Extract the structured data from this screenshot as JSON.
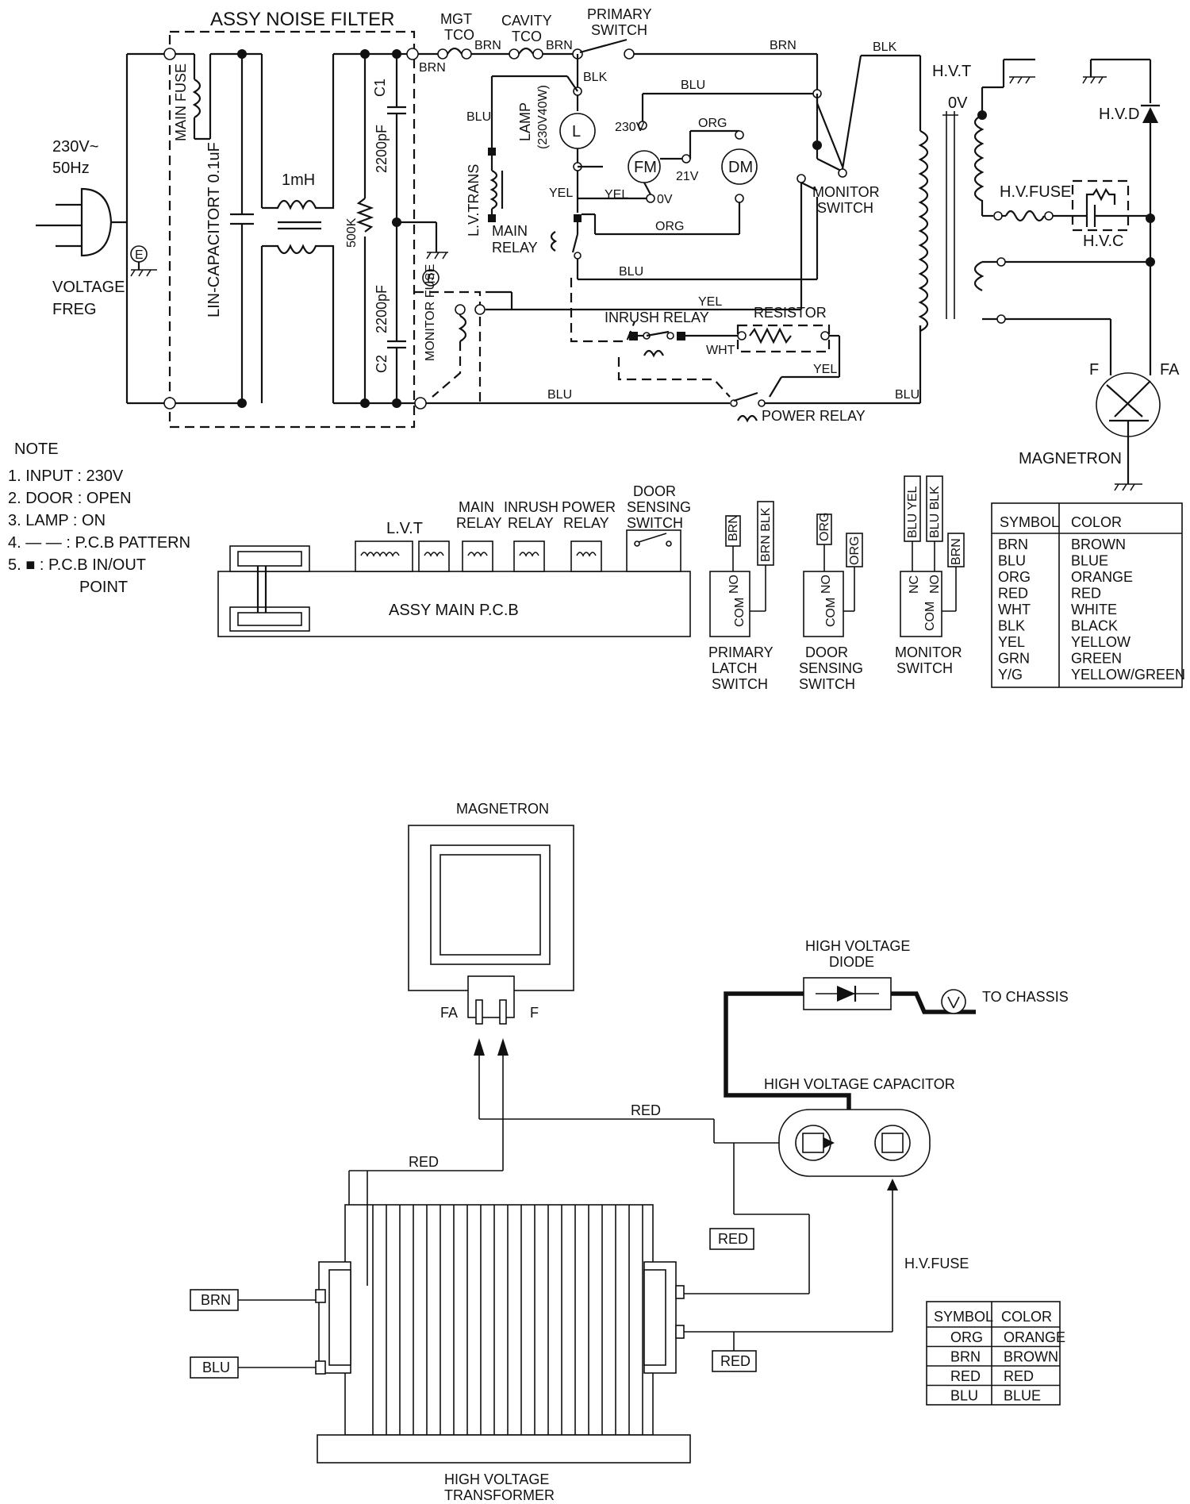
{
  "schematic": {
    "noise_filter_title": "ASSY  NOISE FILTER",
    "input_voltage": "230V~",
    "input_freq": "50Hz",
    "voltage_freg": [
      "VOLTAGE",
      "FREG"
    ],
    "main_fuse": "MAIN FUSE",
    "lin_capacitor": "LIN-CAPACITORT 0.1uF",
    "inductor": "1mH",
    "resistor_500k": "500K",
    "c1_value": "2200pF",
    "c1": "C1",
    "c2_value": "2200pF",
    "c2": "C2",
    "monitor_fuse": "MONITOR FUSE",
    "ground_e": "E",
    "mgt_tco": [
      "MGT",
      "TCO"
    ],
    "cavity_tco": [
      "CAVITY",
      "TCO"
    ],
    "primary_switch": [
      "PRIMARY",
      "SWITCH"
    ],
    "lamp": [
      "LAMP",
      "(230V40W)"
    ],
    "lamp_symbol": "L",
    "lv_trans": "L.V.TRANS",
    "main_relay": [
      "MAIN",
      "RELAY"
    ],
    "fan_motor": "FM",
    "drive_motor": "DM",
    "v230": "230V",
    "v21": "21V",
    "v0": "0V",
    "monitor_switch": [
      "MONITOR",
      "SWITCH"
    ],
    "inrush_relay": "INRUSH RELAY",
    "resistor": "RESISTOR",
    "power_relay": "POWER RELAY",
    "hvt": "H.V.T",
    "hvt_0v": "0V",
    "hvd": "H.V.D",
    "hv_fuse": "H.V.FUSE",
    "hvc": "H.V.C",
    "magnetron": "MAGNETRON",
    "mag_f": "F",
    "mag_fa": "FA",
    "wires": {
      "brn": "BRN",
      "blk": "BLK",
      "blu": "BLU",
      "yel": "YEL",
      "org": "ORG",
      "wht": "WHT"
    }
  },
  "notes": {
    "heading": "NOTE",
    "items": [
      "1. INPUT : 230V",
      "2. DOOR : OPEN",
      "3. LAMP : ON",
      "4.  — — : P.C.B PATTERN",
      "5.     ■   : P.C.B IN/OUT",
      "POINT"
    ]
  },
  "pcb": {
    "label": "ASSY MAIN P.C.B",
    "lvt": "L.V.T",
    "main_relay": [
      "MAIN",
      "RELAY"
    ],
    "inrush_relay": [
      "INRUSH",
      "RELAY"
    ],
    "power_relay": [
      "POWER",
      "RELAY"
    ],
    "door_sensing_switch": [
      "DOOR",
      "SENSING",
      "SWITCH"
    ]
  },
  "switches": {
    "primary_latch": {
      "label": [
        "PRIMARY",
        "LATCH",
        "SWITCH"
      ],
      "no": "NO",
      "com": "COM",
      "w1": "BRN",
      "w2": "BRN BLK"
    },
    "door_sensing": {
      "label": [
        "DOOR",
        "SENSING",
        "SWITCH"
      ],
      "no": "NO",
      "com": "COM",
      "w1": "ORG",
      "w2": "ORG"
    },
    "monitor": {
      "label": [
        "MONITOR",
        "SWITCH"
      ],
      "nc": "NC",
      "no": "NO",
      "com": "COM",
      "w1": "BLU YEL",
      "w2": "BLU BLK",
      "w3": "BRN"
    }
  },
  "color_table_1": {
    "headers": [
      "SYMBOL",
      "COLOR"
    ],
    "rows": [
      [
        "BRN",
        "BROWN"
      ],
      [
        "BLU",
        "BLUE"
      ],
      [
        "ORG",
        "ORANGE"
      ],
      [
        "RED",
        "RED"
      ],
      [
        "WHT",
        "WHITE"
      ],
      [
        "BLK",
        "BLACK"
      ],
      [
        "YEL",
        "YELLOW"
      ],
      [
        "GRN",
        "GREEN"
      ],
      [
        "Y/G",
        "YELLOW/GREEN"
      ]
    ]
  },
  "wiring": {
    "magnetron": "MAGNETRON",
    "fa": "FA",
    "f": "F",
    "hv_diode": [
      "HIGH VOLTAGE",
      "DIODE"
    ],
    "to_chassis": "TO CHASSIS",
    "hv_capacitor": "HIGH VOLTAGE CAPACITOR",
    "hv_fuse": "H.V.FUSE",
    "hv_transformer": [
      "HIGH VOLTAGE",
      "TRANSFORMER"
    ],
    "red_top": "RED",
    "red_left": "RED",
    "red_right_upper": "RED",
    "red_right_lower": "RED",
    "brn": "BRN",
    "blu": "BLU"
  },
  "color_table_2": {
    "headers": [
      "SYMBOL",
      "COLOR"
    ],
    "rows": [
      [
        "ORG",
        "ORANGE"
      ],
      [
        "BRN",
        "BROWN"
      ],
      [
        "RED",
        "RED"
      ],
      [
        "BLU",
        "BLUE"
      ]
    ]
  }
}
